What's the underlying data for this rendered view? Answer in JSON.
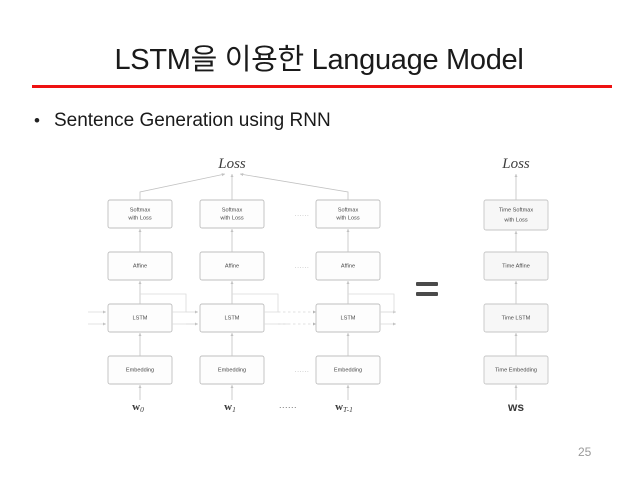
{
  "slide": {
    "title": "LSTM을 이용한 Language Model",
    "rule_color": "#ee1111",
    "page_number": "25"
  },
  "bullet": {
    "marker": "•",
    "text": "Sentence Generation using RNN"
  },
  "diagram": {
    "unrolled": {
      "loss_label": "Loss",
      "columns": [
        {
          "word": "w",
          "word_subscript": "0",
          "layers": [
            "Softmax\nwith Loss",
            "Affine",
            "LSTM",
            "Embedding"
          ]
        },
        {
          "word": "w",
          "word_subscript": "1",
          "layers": [
            "Softmax\nwith Loss",
            "Affine",
            "LSTM",
            "Embedding"
          ]
        },
        {
          "word": "w",
          "word_subscript": "T-1",
          "layers": [
            "Softmax\nwith Loss",
            "Affine",
            "LSTM",
            "Embedding"
          ]
        }
      ],
      "ellipsis": "......",
      "row_labels": {
        "softmax": "Softmax",
        "softmax_line2": "with Loss",
        "affine": "Affine",
        "lstm": "LSTM",
        "embedding": "Embedding"
      }
    },
    "equals_sign": "=",
    "time_stack": {
      "loss_label": "Loss",
      "layers": [
        "Time Softmax",
        "with Loss",
        "Time Affine",
        "Time LSTM",
        "Time Embedding"
      ],
      "layer_names": [
        "Time Softmax with Loss",
        "Time Affine",
        "Time LSTM",
        "Time Embedding"
      ],
      "input_label": "ws"
    }
  }
}
